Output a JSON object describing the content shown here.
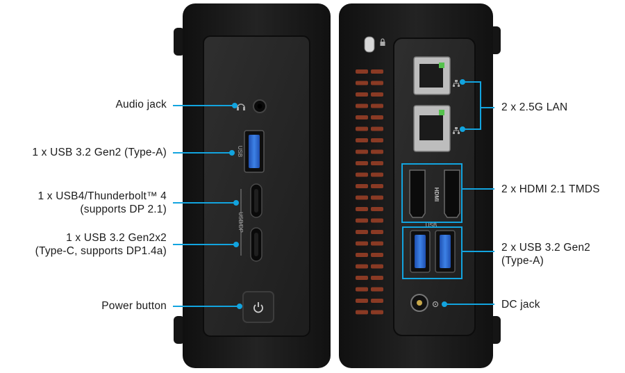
{
  "colors": {
    "callout": "#12a4df",
    "chassis": "#1b1b1b",
    "panel": "#2a2a2a",
    "usb_blue": "#2f6fd6",
    "vent": "#8a3a24"
  },
  "front_labels": {
    "audio_jack": "Audio jack",
    "usb_a": "1 x USB 3.2 Gen2 (Type-A)",
    "usb4_line1": "1 x USB4/Thunderbolt™ 4",
    "usb4_line2": "(supports DP 2.1)",
    "usbc_line1": "1 x USB 3.2 Gen2x2",
    "usbc_line2": "(Type-C, supports DP1.4a)",
    "power_button": "Power button"
  },
  "rear_labels": {
    "lan": "2 x 2.5G  LAN",
    "hdmi": "2 x HDMI 2.1 TMDS",
    "usb_line1": "2 x USB 3.2 Gen2",
    "usb_line2": "(Type-A)",
    "dc_jack": "DC jack"
  },
  "port_markings": {
    "front_usb": "USB",
    "front_usbdp": "USB/DP",
    "rear_hdmi": "HDMI",
    "rear_usb": "USB"
  },
  "icons": [
    "headphone-icon",
    "power-icon",
    "lock-icon",
    "network-icon",
    "dc-power-icon"
  ]
}
